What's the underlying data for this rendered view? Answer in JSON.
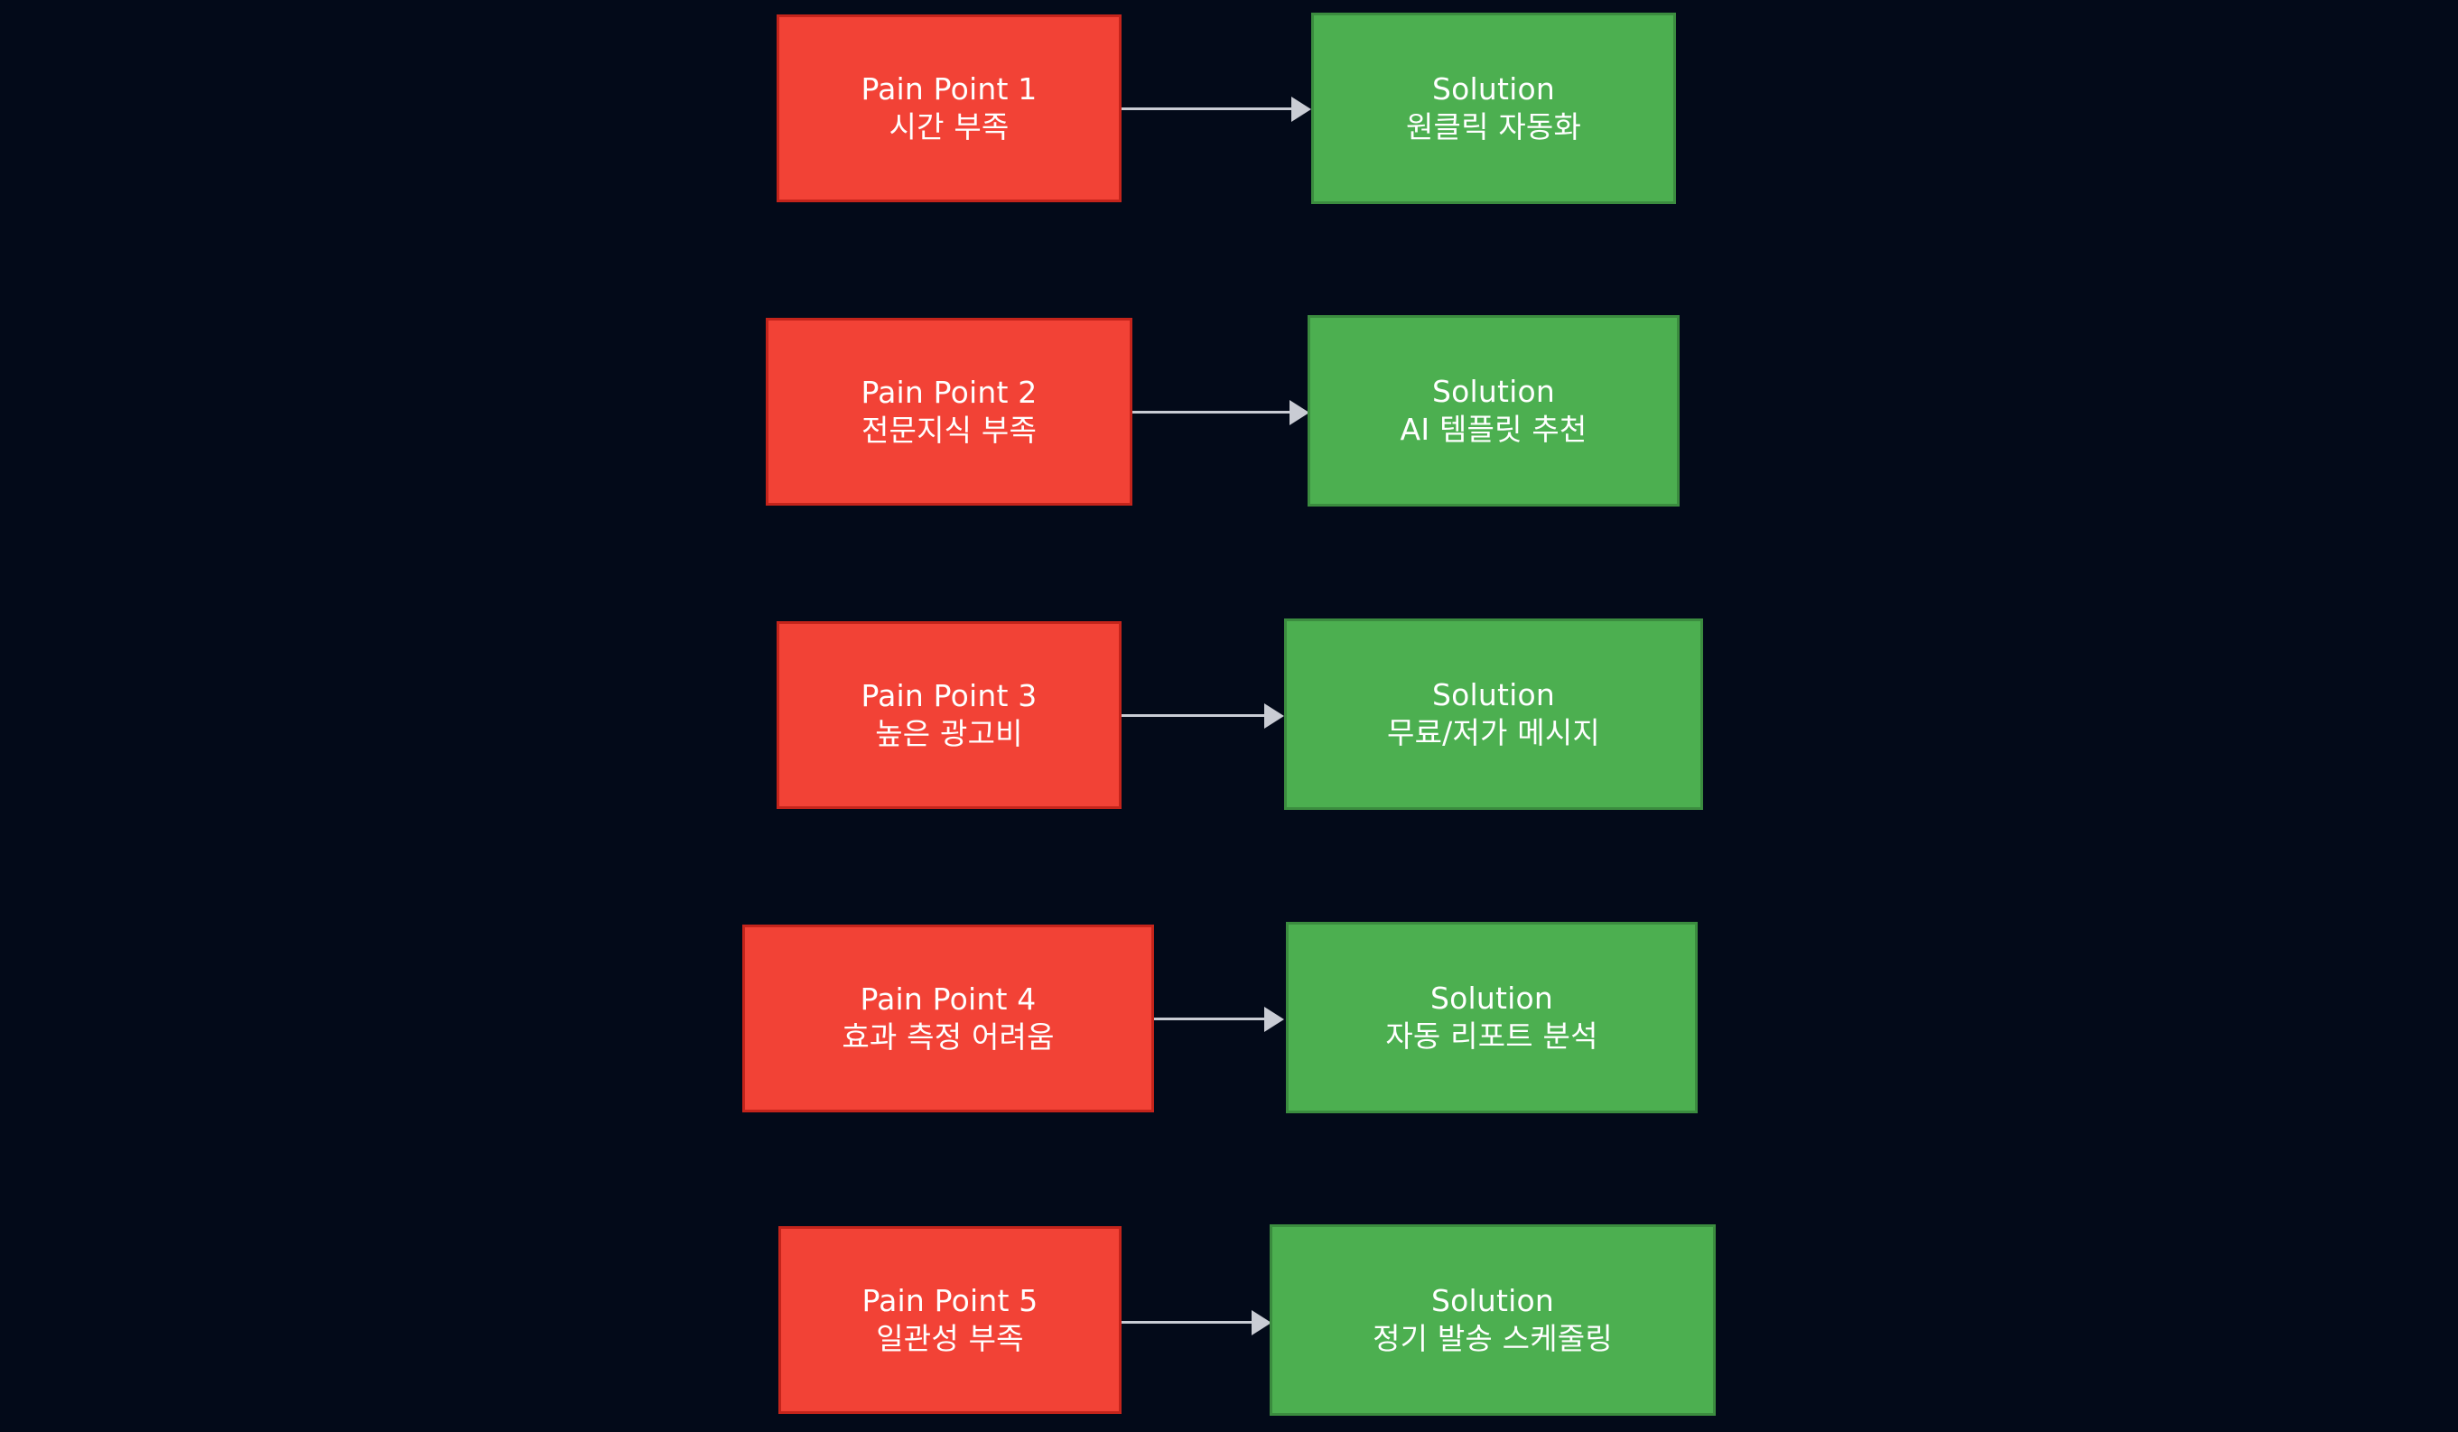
{
  "diagram": {
    "type": "flow-mapping",
    "background_color": "#030a19",
    "pain_color": "#f24236",
    "pain_border_color": "#c4241b",
    "solution_color": "#4caf50",
    "solution_border_color": "#3b8c3f",
    "arrow_color": "#c9ccd4",
    "text_color": "#ffffff",
    "rows": [
      {
        "pain": {
          "title": "Pain Point 1",
          "detail": "시간 부족"
        },
        "solution": {
          "title": "Solution",
          "detail": "원클릭 자동화"
        }
      },
      {
        "pain": {
          "title": "Pain Point 2",
          "detail": "전문지식 부족"
        },
        "solution": {
          "title": "Solution",
          "detail": "AI 템플릿 추천"
        }
      },
      {
        "pain": {
          "title": "Pain Point 3",
          "detail": "높은 광고비"
        },
        "solution": {
          "title": "Solution",
          "detail": "무료/저가 메시지"
        }
      },
      {
        "pain": {
          "title": "Pain Point 4",
          "detail": "효과 측정 어려움"
        },
        "solution": {
          "title": "Solution",
          "detail": "자동 리포트 분석"
        }
      },
      {
        "pain": {
          "title": "Pain Point 5",
          "detail": "일관성 부족"
        },
        "solution": {
          "title": "Solution",
          "detail": "정기 발송 스케줄링"
        }
      }
    ]
  }
}
